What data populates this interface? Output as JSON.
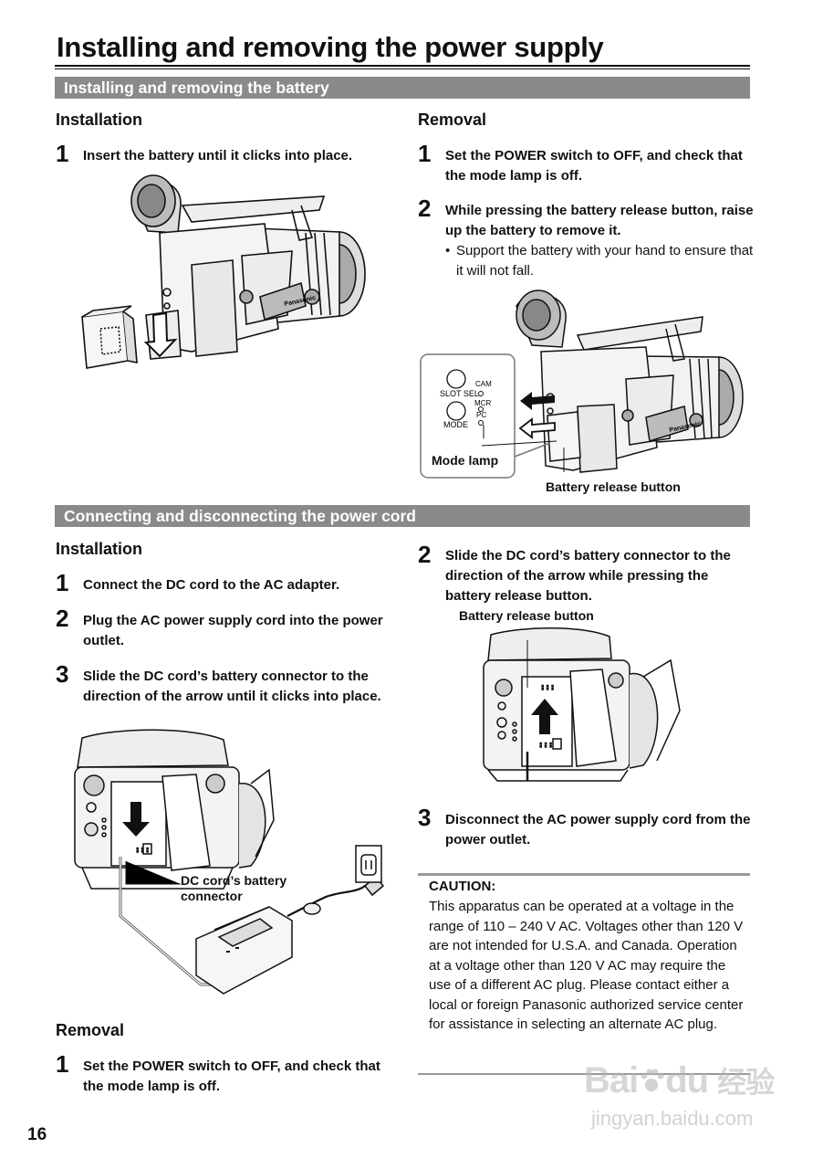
{
  "page": {
    "title": "Installing and removing the power supply",
    "page_number": "16"
  },
  "battery_section": {
    "bar_title": "Installing and removing the battery",
    "installation": {
      "heading": "Installation",
      "steps": [
        {
          "num": "1",
          "text": "Insert the battery until it clicks into place."
        }
      ]
    },
    "removal": {
      "heading": "Removal",
      "steps": [
        {
          "num": "1",
          "text": "Set the POWER switch to OFF, and check that the mode lamp is off."
        },
        {
          "num": "2",
          "text": "While pressing the battery release button, raise up the battery to remove it."
        }
      ],
      "bullet": "Support the battery with your hand to ensure that it will not fall."
    },
    "figure_callouts": {
      "mode_lamp": "Mode lamp",
      "battery_release_button": "Battery release button",
      "slot_sel": "SLOT SEL",
      "mode": "MODE",
      "cam": "CAM",
      "mcr": "MCR",
      "pc": "PC"
    }
  },
  "cord_section": {
    "bar_title": "Connecting and disconnecting the power cord",
    "installation": {
      "heading": "Installation",
      "steps": [
        {
          "num": "1",
          "text": "Connect the DC cord to the AC adapter."
        },
        {
          "num": "2",
          "text": "Plug the AC power supply cord into the power outlet."
        },
        {
          "num": "3",
          "text": "Slide the DC cord’s battery connector to the direction of the arrow until it clicks into place."
        }
      ]
    },
    "removal_right": {
      "steps": [
        {
          "num": "2",
          "text": "Slide the DC cord’s battery connector to the direction of the arrow while pressing the battery release button."
        },
        {
          "num": "3",
          "text": "Disconnect the AC power supply cord from the power outlet."
        }
      ]
    },
    "removal_left": {
      "heading": "Removal",
      "steps": [
        {
          "num": "1",
          "text": "Set the POWER switch to OFF, and check that the mode lamp is off."
        }
      ]
    },
    "figure_callouts": {
      "battery_release_button": "Battery release button",
      "dc_connector_line1": "DC cord’s battery",
      "dc_connector_line2": "connector"
    }
  },
  "caution": {
    "title": "CAUTION:",
    "body": "This apparatus can be operated at a voltage in the range of 110 – 240 V AC. Voltages other than 120 V are not intended for U.S.A. and Canada. Operation at a voltage other than 120 V AC may require the use of a different AC plug. Please contact either a local or foreign Panasonic authorized service center for assistance in selecting an alternate AC plug."
  },
  "watermark": {
    "brand": "Bai",
    "brand_end": "du",
    "cn": "经验",
    "url": "jingyan.baidu.com"
  }
}
